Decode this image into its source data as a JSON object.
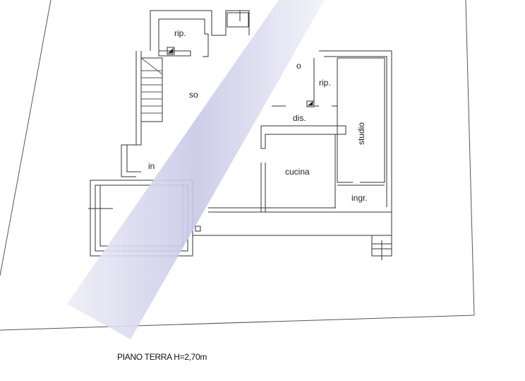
{
  "plan": {
    "title": "PIANO TERRA H=2,70m",
    "rooms": {
      "rip_top": "rip.",
      "soggiorno": "so",
      "ingresso": "in",
      "room_o": "o",
      "rip_right": "rip.",
      "dis": "dis.",
      "studio": "studio",
      "cucina": "cucina",
      "ingr": "ingr."
    },
    "colors": {
      "line": "#333333",
      "blur": "#c8c8e8"
    }
  }
}
